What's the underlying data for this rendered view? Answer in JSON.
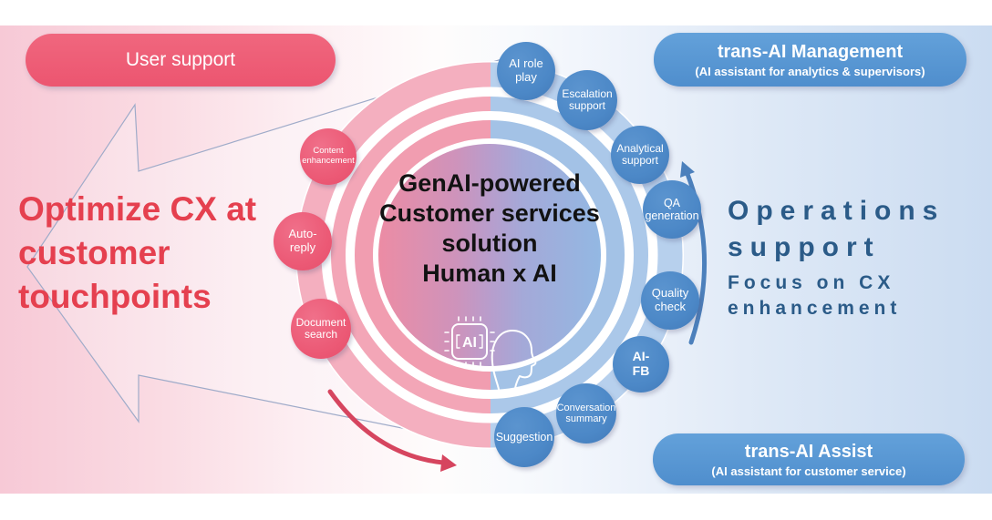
{
  "header_left": {
    "user_support": "User support"
  },
  "left_arrow_text": {
    "line1": "Optimize CX at",
    "line2": "customer",
    "line3": "touchpoints"
  },
  "center_circle": {
    "line1": "GenAI-powered",
    "line2": "Customer services",
    "line3": "solution",
    "line4": "Human x AI",
    "ai_chip_label": "AI"
  },
  "pink_bubbles": [
    {
      "label": "Content\nenhancement"
    },
    {
      "label": "Auto-\nreply"
    },
    {
      "label": "Document\nsearch"
    }
  ],
  "blue_bubbles": [
    {
      "label": "AI role\nplay"
    },
    {
      "label": "Escalation\nsupport"
    },
    {
      "label": "Analytical\nsupport"
    },
    {
      "label": "QA\ngeneration"
    },
    {
      "label": "Quality\ncheck"
    },
    {
      "label": "AI-\nFB"
    },
    {
      "label": "Conversation\nsummary"
    },
    {
      "label": "Suggestion"
    }
  ],
  "right_top_pill": {
    "title": "trans-AI Management",
    "subtitle": "(AI assistant for analytics & supervisors)"
  },
  "right_bottom_pill": {
    "title": "trans-AI Assist",
    "subtitle": "(AI assistant for customer service)"
  },
  "operations_block": {
    "line1": "Operations",
    "line2": "support",
    "line3": "Focus on CX",
    "line4": "enhancement"
  },
  "colors": {
    "pink_accent": "#ee5b73",
    "pink_bubble": "#ed5e79",
    "blue_bubble": "#4c88c7",
    "blue_pill": "#5c9bd7",
    "red_headline": "#e5404f",
    "dark_blue_text": "#2b5b88",
    "ring_pink": "#f3a6b7",
    "ring_blue": "#abc8e9",
    "curved_arrow_pink": "#d6455f",
    "curved_arrow_blue": "#4c80bc"
  }
}
